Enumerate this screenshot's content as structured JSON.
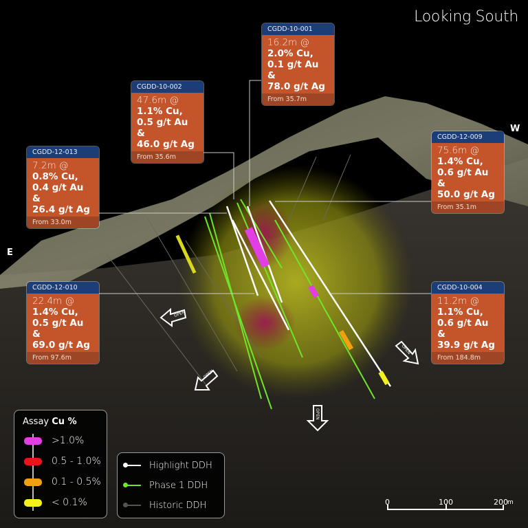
{
  "title": "Looking South",
  "directions": {
    "west": "W",
    "east": "E"
  },
  "callouts": [
    {
      "hole": "CGDD-10-001",
      "interval": "16.2m @",
      "cu": "2.0% Cu,",
      "au": "0.1 g/t Au &",
      "ag": "78.0 g/t Ag",
      "from": "From 35.7m"
    },
    {
      "hole": "CGDD-10-002",
      "interval": "47.6m @",
      "cu": "1.1% Cu,",
      "au": "0.5 g/t Au &",
      "ag": "46.0 g/t Ag",
      "from": "From 35.6m"
    },
    {
      "hole": "CGDD-12-013",
      "interval": "7.2m @",
      "cu": "0.8% Cu,",
      "au": "0.4 g/t Au &",
      "ag": "26.4 g/t Ag",
      "from": "From 33.0m"
    },
    {
      "hole": "CGDD-12-009",
      "interval": "75.6m @",
      "cu": "1.4% Cu,",
      "au": "0.6 g/t Au &",
      "ag": "50.0 g/t Ag",
      "from": "From 35.1m"
    },
    {
      "hole": "CGDD-12-010",
      "interval": "22.4m @",
      "cu": "1.4% Cu,",
      "au": "0.5 g/t Au &",
      "ag": "69.0 g/t Ag",
      "from": "From 97.6m"
    },
    {
      "hole": "CGDD-10-004",
      "interval": "11.2m @",
      "cu": "1.1% Cu,",
      "au": "0.6 g/t Au &",
      "ag": "39.9 g/t Ag",
      "from": "From 184.8m"
    }
  ],
  "open_label": "OPEN",
  "legend_cu": {
    "title_prefix": "Assay",
    "title_bold": "Cu %",
    "items": [
      {
        "label": ">1.0%",
        "color": "#e23ee6"
      },
      {
        "label": "0.5 - 1.0%",
        "color": "#e8161a"
      },
      {
        "label": "0.1 - 0.5%",
        "color": "#f0a010"
      },
      {
        "label": "< 0.1%",
        "color": "#f4f01e"
      }
    ]
  },
  "legend_ddh": {
    "items": [
      {
        "label": "Highlight DDH",
        "color": "#ffffff"
      },
      {
        "label": "Phase 1 DDH",
        "color": "#6ee62a"
      },
      {
        "label": "Historic DDH",
        "color": "#555555"
      }
    ]
  },
  "scale": {
    "labels": [
      "0",
      "100",
      "200"
    ],
    "unit": "m"
  }
}
